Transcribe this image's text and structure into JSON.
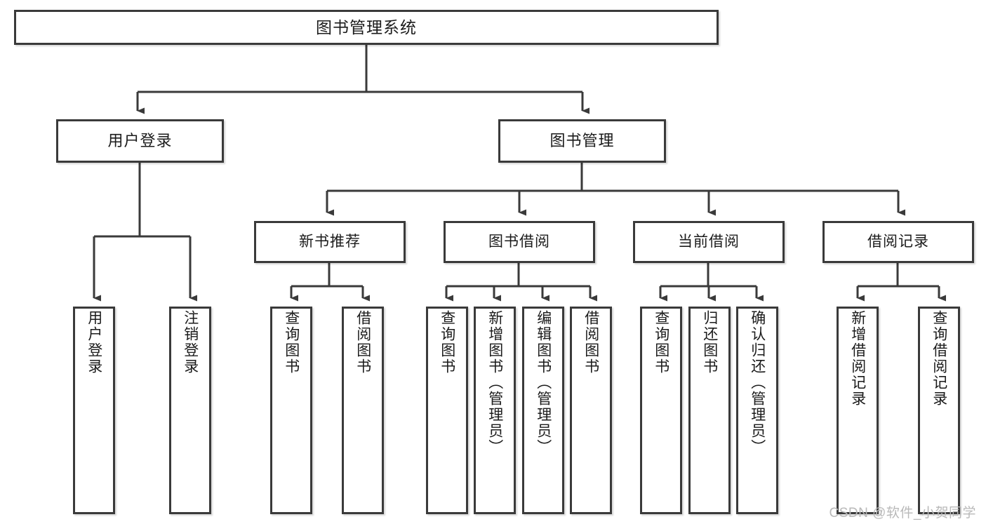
{
  "diagram": {
    "title": "图书管理系统",
    "type": "tree",
    "root": {
      "label": "图书管理系统"
    },
    "level2": [
      {
        "label": "用户登录"
      },
      {
        "label": "图书管理"
      }
    ],
    "level3": [
      {
        "label": "新书推荐"
      },
      {
        "label": "图书借阅"
      },
      {
        "label": "当前借阅"
      },
      {
        "label": "借阅记录"
      }
    ],
    "leaves": {
      "user_login": [
        {
          "label": "用户登录"
        },
        {
          "label": "注销登录"
        }
      ],
      "new_book_recommend": [
        {
          "label": "查询图书"
        },
        {
          "label": "借阅图书"
        }
      ],
      "book_borrow": [
        {
          "label": "查询图书"
        },
        {
          "label": "新增图书（管理员）"
        },
        {
          "label": "编辑图书（管理员）"
        },
        {
          "label": "借阅图书"
        }
      ],
      "current_borrow": [
        {
          "label": "查询图书"
        },
        {
          "label": "归还图书"
        },
        {
          "label": "确认归还（管理员）"
        }
      ],
      "borrow_record": [
        {
          "label": "新增借阅记录"
        },
        {
          "label": "查询借阅记录"
        }
      ]
    }
  },
  "watermark": {
    "text": "CSDN @软件_小贺同学"
  },
  "colors": {
    "border": "#3a3a3a",
    "background": "#ffffff",
    "text": "#1b1b1b",
    "watermark": "#b9b9b9"
  }
}
